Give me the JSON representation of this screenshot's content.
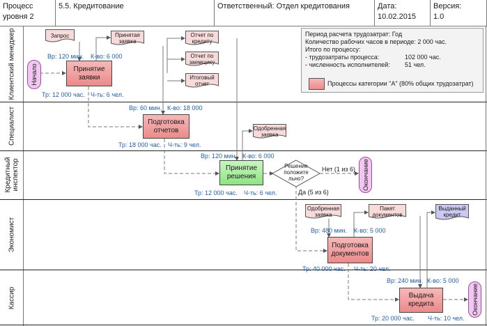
{
  "header": {
    "process_label_line1": "Процесс",
    "process_label_line2": "уровня 2",
    "title": "5.5.  Кредитование",
    "responsible": "Ответственный: Отдел кредитования",
    "date_label": "Дата:",
    "date_value": "10.02.2015",
    "version_label": "Версия:",
    "version_value": "1.0"
  },
  "lanes": {
    "l1": "Клиентский менеджер",
    "l2": "Специалист",
    "l3a": "Кредитный",
    "l3b": "инспектор",
    "l4": "Экономист",
    "l5": "Кассир"
  },
  "processes": {
    "p1a": "Принятие",
    "p1b": "заявки",
    "p2a": "Подготовка",
    "p2b": "отчетов",
    "p3a": "Принятие",
    "p3b": "решения",
    "p4a": "Подготовка",
    "p4b": "документов",
    "p5a": "Выдача",
    "p5b": "кредита"
  },
  "decision": {
    "l1": "Решение",
    "l2": "положите",
    "l3": "льно?",
    "no": "Нет (1 из 6)",
    "yes": "Да (5 из 6)"
  },
  "documents": {
    "zapros": "Запрос",
    "prin1": "Принятая",
    "prin2": "заявка",
    "ok1": "Отчет по",
    "ok2": "кредиту",
    "oz1": "Отчет по",
    "oz2": "заемщику",
    "it1": "Итоговый",
    "it2": "отчет",
    "od1": "Одобренная",
    "od2": "заявка",
    "oe1": "Одобренная",
    "oe2": "заявка",
    "pk1": "Пакет",
    "pk2": "документов",
    "vk1": "Выданный",
    "vk2": "кредит"
  },
  "terminals": {
    "start": "Начало",
    "end1": "Окончание",
    "end2": "Окончание"
  },
  "metrics": {
    "p1_vr": "Вр: 120 мин.",
    "p1_kvo": "К-во: 6 000",
    "p1_tr": "Тр: 12 000 час.",
    "p1_ch": "Ч-ть: 6 чел.",
    "p2_vr": "Вр: 60 мин.",
    "p2_kvo": "К-во: 18 000",
    "p2_tr": "Тр: 18 000 час.",
    "p2_ch": "Ч-ть: 9 чел.",
    "p3_vr": "Вр: 120 мин.",
    "p3_kvo": "К-во: 6 000",
    "p3_tr": "Тр: 12 000 час.",
    "p3_ch": "Ч-ть: 6 чел.",
    "p4_vr": "Вр: 480 мин.",
    "p4_kvo": "К-во: 5 000",
    "p4_tr": "Тр: 40 000 час.",
    "p4_ch": "Ч-ть: 20 чел.",
    "p5_vr": "Вр: 240 мин.",
    "p5_kvo": "К-во: 5 000",
    "p5_tr": "Тр: 20 000 час.",
    "p5_ch": "Ч-ть: 10 чел."
  },
  "info": {
    "period": "Период расчета трудозатрат:  Год",
    "hours": "Количество рабочих часов в периоде:  2 000 час.",
    "total": "Итого по процессу:",
    "labor_label": " - трудозатраты процесса:",
    "labor_value": "102 000 час.",
    "staff_label": " - численность исполнителей:",
    "staff_value": "51 чел.",
    "legend": "Процессы категории \"А\" (80% общих трудозатрат)"
  },
  "colors": {
    "process_a": "#ec8a8a",
    "process_decision": "#8fe383",
    "doc_out": "#f7dada",
    "doc_final": "#c9c9f2",
    "terminal": "#f2c6f2",
    "metric_text": "#1f5fb0"
  }
}
